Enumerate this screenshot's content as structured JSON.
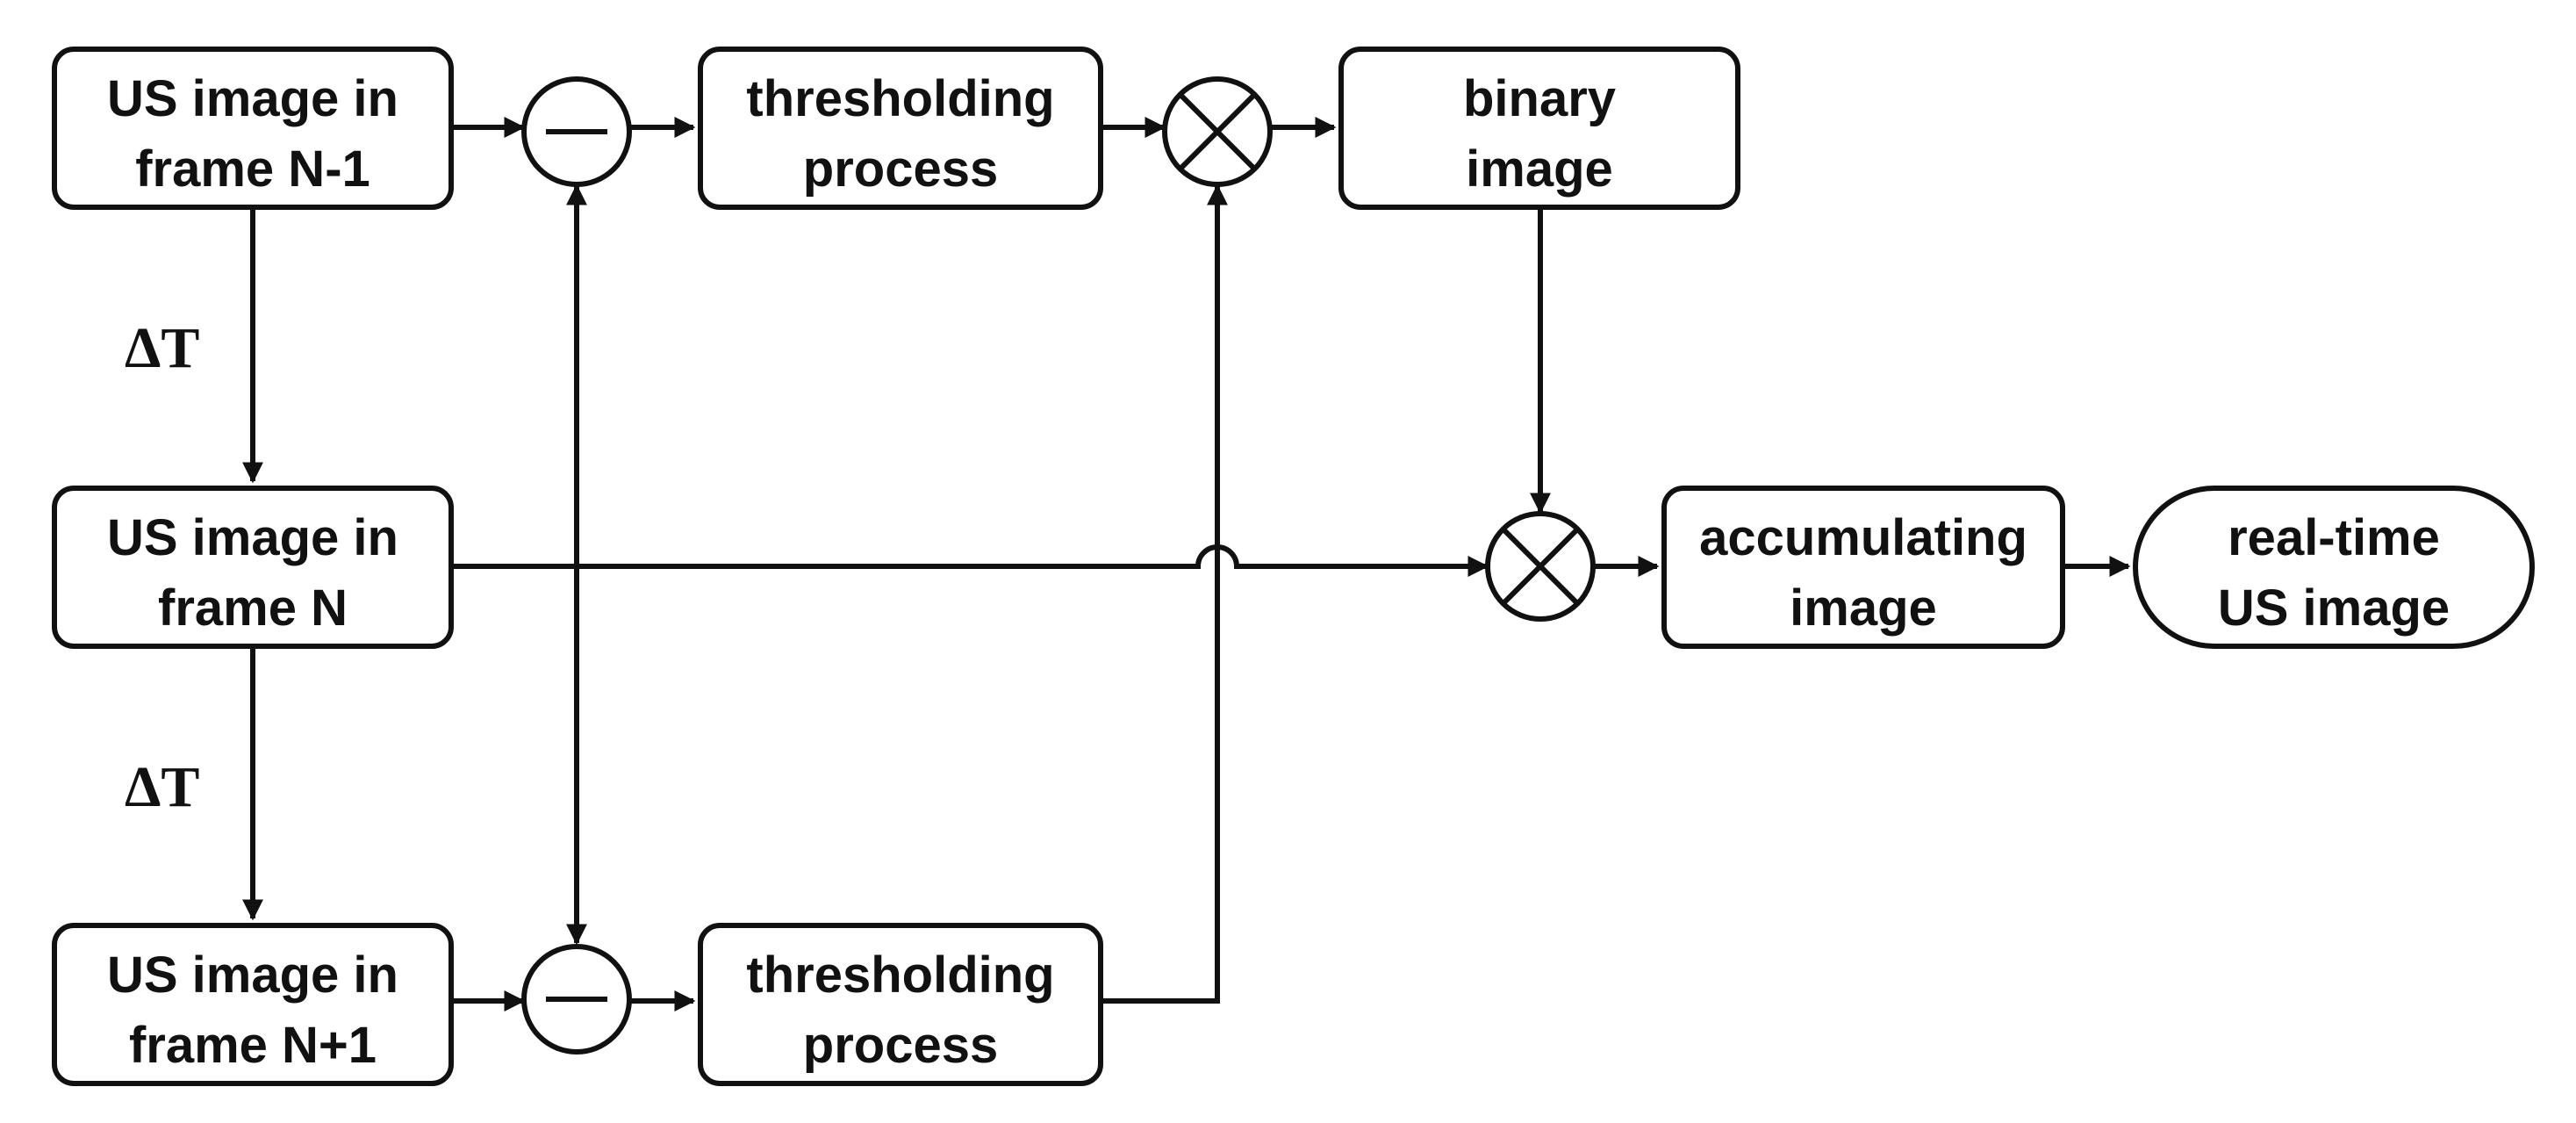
{
  "boxes": {
    "frame_prev": {
      "line1": "US image in",
      "line2": "frame N-1"
    },
    "frame_n": {
      "line1": "US image in",
      "line2": "frame N"
    },
    "frame_next": {
      "line1": "US image in",
      "line2": "frame N+1"
    },
    "threshold_top": {
      "line1": "thresholding",
      "line2": "process"
    },
    "threshold_bottom": {
      "line1": "thresholding",
      "line2": "process"
    },
    "binary": {
      "line1": "binary",
      "line2": "image"
    },
    "accumulating": {
      "line1": "accumulating",
      "line2": "image"
    },
    "realtime": {
      "line1": "real-time",
      "line2": "US image"
    }
  },
  "delta_labels": {
    "top": "ΔT",
    "bottom": "ΔT"
  },
  "operators": {
    "subtract_top": "minus",
    "subtract_bottom": "minus",
    "multiply_top": "multiply",
    "multiply_main": "multiply"
  }
}
